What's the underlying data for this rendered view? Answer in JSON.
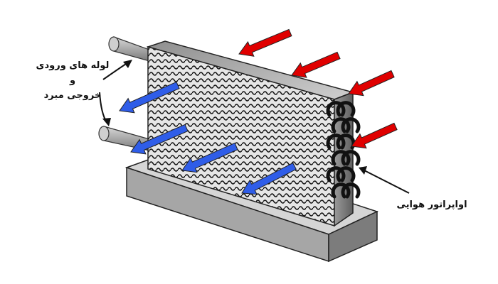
{
  "labels": {
    "pipes_line1": "لوله های ورودی و",
    "pipes_line2": "خروجی مبرد",
    "evaporator": "اواپراتور هوایی"
  },
  "colors": {
    "hot_air_arrow": "#e00000",
    "cold_air_arrow": "#2f5de8",
    "base": "#a6a6a6",
    "coil_tube": "#111111"
  },
  "icons": {
    "hot_air": "arrow-in",
    "cold_air": "arrow-out"
  }
}
